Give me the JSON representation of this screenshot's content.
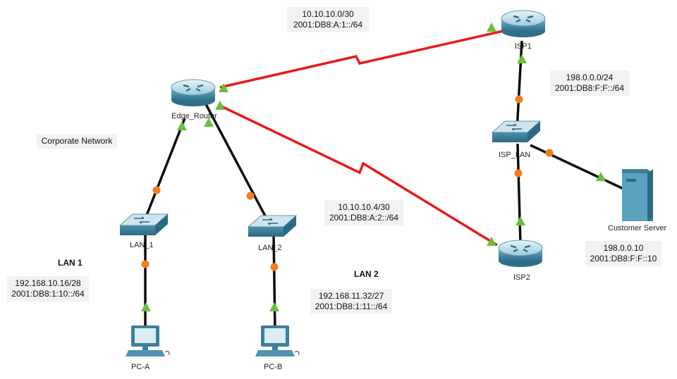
{
  "title_note": "Corporate Network",
  "devices": {
    "edge_router": "Edge_Router",
    "isp1": "ISP1",
    "isp2": "ISP2",
    "isp_lan": "ISP_LAN",
    "lan1_switch": "LAN_1",
    "lan2_switch": "LAN_2",
    "pc_a": "PC-A",
    "pc_b": "PC-B",
    "customer_server": "Customer Server"
  },
  "lan_labels": {
    "lan1": "LAN 1",
    "lan2": "LAN 2"
  },
  "subnets": {
    "edge_isp1": [
      "10.10.10.0/30",
      "2001:DB8:A:1::/64"
    ],
    "edge_isp2": [
      "10.10.10.4/30",
      "2001:DB8:A:2::/64"
    ],
    "isp_lan": [
      "198.0.0.0/24",
      "2001:DB8:F:F::/64"
    ],
    "server": [
      "198.0.0.10",
      "2001:DB8:F:F::10"
    ],
    "lan1": [
      "192.168.10.16/28",
      "2001:DB8:1:10::/64"
    ],
    "lan2": [
      "192.168.11.32/27",
      "2001:DB8:1:11::/64"
    ]
  },
  "colors": {
    "serial_link": "#e8191a",
    "ethernet_link": "#0d0d0d",
    "link_up": "#6abf3b",
    "link_pending": "#f07f1a",
    "device_body": "#4f94b0"
  }
}
